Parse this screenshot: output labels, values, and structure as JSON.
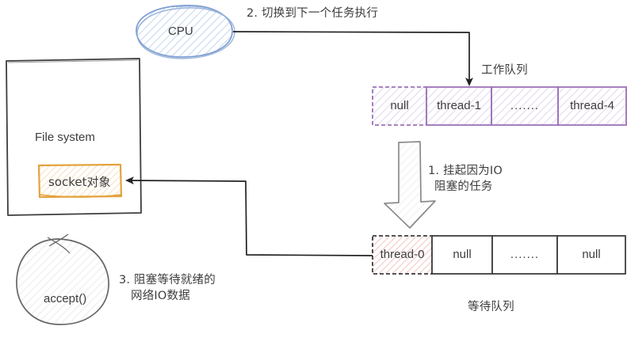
{
  "diagram": {
    "title": "thread scheduling blocking IO diagram",
    "nodes": {
      "cpu": {
        "label": "CPU",
        "stroke": "#6b8fc7",
        "fill": "#eef3fb"
      },
      "file_system": {
        "label": "File system",
        "stroke": "#3d3d3d"
      },
      "socket_object": {
        "label": "socket对象",
        "stroke": "#e8a33d",
        "fill": "#fdf4e3"
      },
      "accept": {
        "label": "accept()",
        "stroke": "#5f5f5f",
        "fill": "#fbfbfb"
      }
    },
    "annotations": {
      "step2": "2. 切换到下一个任务执行",
      "step1_line1": "1. 挂起因为IO",
      "step1_line2": "阻塞的任务",
      "step3_line1": "3. 阻塞等待就绪的",
      "step3_line2": "网络IO数据"
    },
    "work_queue": {
      "title": "工作队列",
      "accent": "#9c72b8",
      "cells": [
        {
          "label": "null",
          "state": "empty"
        },
        {
          "label": "thread-1",
          "state": "filled"
        },
        {
          "label": ".......",
          "state": "ellipsis"
        },
        {
          "label": "thread-4",
          "state": "filled"
        }
      ]
    },
    "wait_queue": {
      "title": "等待队列",
      "accent": "#3d3d3d",
      "highlight": "#f0b8b8",
      "cells": [
        {
          "label": "thread-0",
          "state": "highlighted"
        },
        {
          "label": "null",
          "state": "empty"
        },
        {
          "label": ".......",
          "state": "ellipsis"
        },
        {
          "label": "null",
          "state": "empty"
        }
      ]
    },
    "connectors": {
      "cpu_to_work_queue": "2. 切换到下一个任务执行",
      "work_queue_to_wait_queue": "1. 挂起因为IO 阻塞的任务",
      "wait_queue_to_socket": "3. 阻塞等待就绪的 网络IO数据"
    }
  }
}
